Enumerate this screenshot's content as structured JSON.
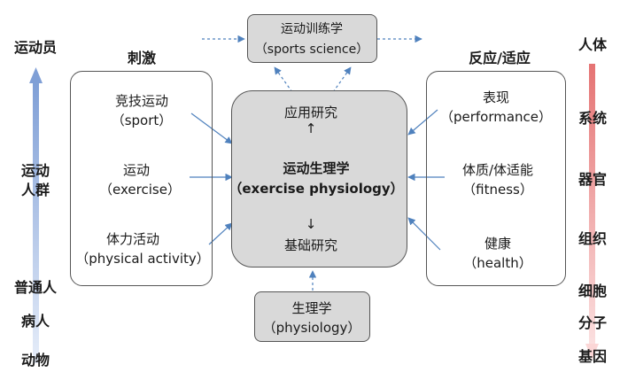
{
  "top_box": {
    "line1": "运动训练学",
    "line2": "（sports science）"
  },
  "bottom_box": {
    "line1": "生理学",
    "line2": "（physiology）"
  },
  "center_box": {
    "applied": "应用研究",
    "title_cn": "运动生理学",
    "title_en": "（exercise physiology）",
    "basic": "基础研究"
  },
  "left_group": {
    "heading": "刺激",
    "items": [
      {
        "cn": "竞技运动",
        "en": "（sport）"
      },
      {
        "cn": "运动",
        "en": "（exercise）"
      },
      {
        "cn": "体力活动",
        "en": "（physical activity）"
      }
    ]
  },
  "right_group": {
    "heading": "反应/适应",
    "items": [
      {
        "cn": "表现",
        "en": "（performance）"
      },
      {
        "cn": "体质/体适能",
        "en": "（fitness）"
      },
      {
        "cn": "健康",
        "en": "（health）"
      }
    ]
  },
  "left_axis": {
    "top": "运动员",
    "mid1": "运动",
    "mid2": "人群",
    "low1": "普通人",
    "low2": "病人",
    "bottom": "动物"
  },
  "right_axis": {
    "levels": [
      "人体",
      "系统",
      "器官",
      "组织",
      "细胞",
      "分子",
      "基因"
    ]
  },
  "colors": {
    "left_axis": "#8faadc",
    "right_axis": "#f4a0a0",
    "arrow": "#4f81bd",
    "box_fill": "#d9d9d9"
  }
}
